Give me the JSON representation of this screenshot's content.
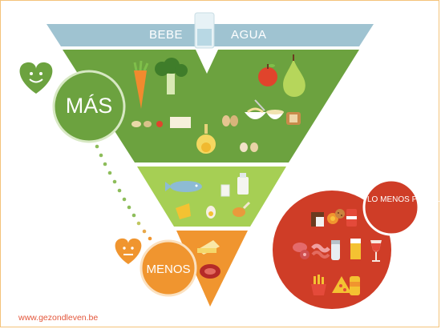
{
  "banner": {
    "left_text": "BEBE",
    "right_text": "AGUA"
  },
  "levels": {
    "more": {
      "label": "MÁS",
      "color": "#6ca23f"
    },
    "less": {
      "label": "MENOS",
      "color": "#f0952f"
    },
    "avoid": {
      "label": "LO MENOS POSIBLE",
      "color": "#cf3d27"
    }
  },
  "icons": {
    "top_level": [
      "carrot-icon",
      "broccoli-icon",
      "apple-icon",
      "pear-icon",
      "potato-icon",
      "tomato-icon",
      "tofu-icon",
      "oil-bottle-icon",
      "nuts-icon",
      "pasta-icon",
      "rice-icon",
      "bread-icon",
      "egg-icon"
    ],
    "middle_level": [
      "fish-icon",
      "milk-glass-icon",
      "milk-bottle-icon",
      "cheese-icon",
      "egg-icon",
      "chicken-leg-icon"
    ],
    "bottom_level": [
      "butter-icon",
      "meat-icon"
    ],
    "avoid_circle": [
      "chocolate-icon",
      "candy-icon",
      "cookie-icon",
      "soda-can-icon",
      "salami-icon",
      "bacon-icon",
      "salt-icon",
      "beer-icon",
      "wine-icon",
      "fries-icon",
      "pizza-icon",
      "chips-icon"
    ]
  },
  "footer": {
    "url": "www.gezondleven.be"
  }
}
